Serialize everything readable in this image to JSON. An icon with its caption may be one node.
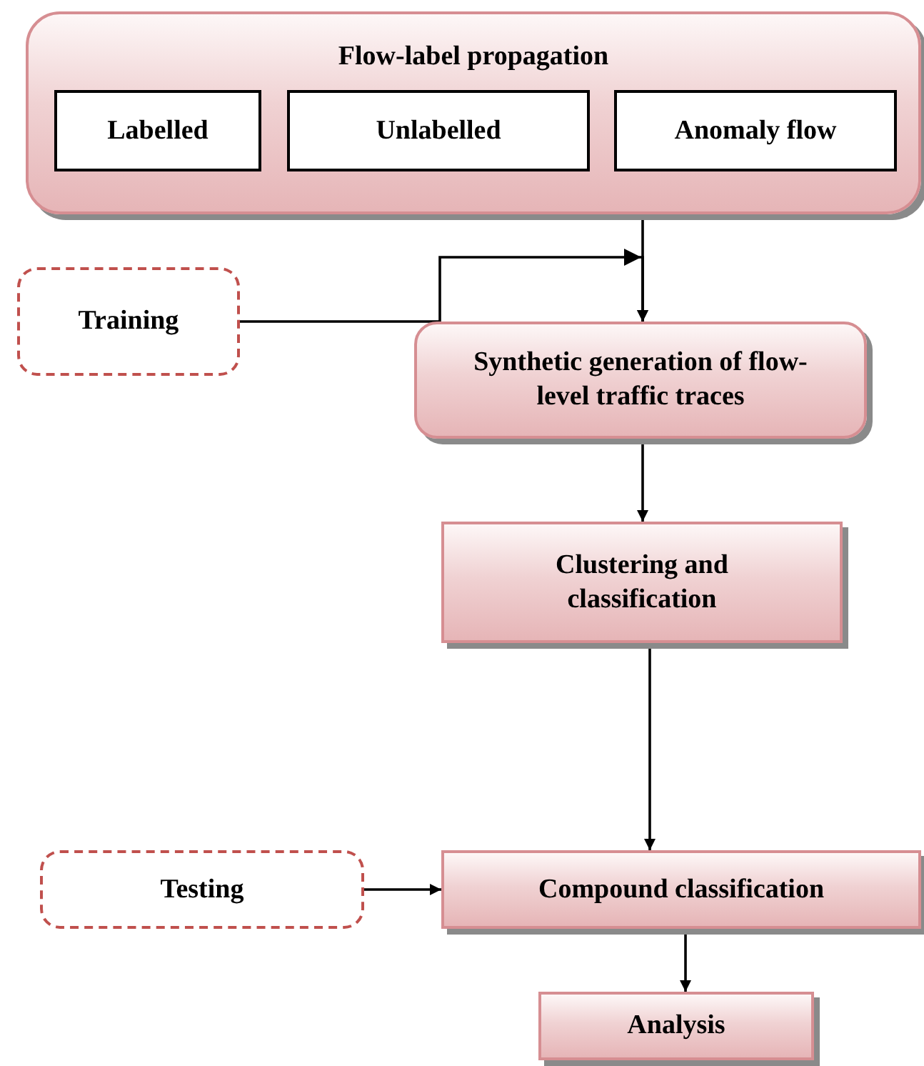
{
  "diagram": {
    "nodes": [
      {
        "text": [
          "Flow-label propagation"
        ]
      },
      {
        "text": [
          "Labelled"
        ],
        "in": 0
      },
      {
        "text": [
          "Unlabelled"
        ],
        "in": 0
      },
      {
        "text": [
          "Anomaly flow"
        ],
        "in": 0
      },
      {
        "text": [
          "Training"
        ]
      },
      {
        "text": [
          "Synthetic generation of flow-level traffic traces"
        ]
      },
      {
        "text": [
          "Clustering and classification"
        ]
      },
      {
        "text": [
          "Testing"
        ]
      },
      {
        "text": [
          "Compound classification"
        ]
      },
      {
        "text": [
          "Analysis"
        ]
      }
    ],
    "edges": [
      {
        "from": 0,
        "to": 5,
        "arrow": "to"
      },
      {
        "from": 4,
        "to": 5,
        "arrow": "to"
      },
      {
        "from": 5,
        "to": 6,
        "arrow": "to"
      },
      {
        "from": 6,
        "to": 8,
        "arrow": "to"
      },
      {
        "from": 7,
        "to": 8,
        "arrow": "to"
      },
      {
        "from": 8,
        "to": 9,
        "arrow": "to"
      }
    ]
  }
}
